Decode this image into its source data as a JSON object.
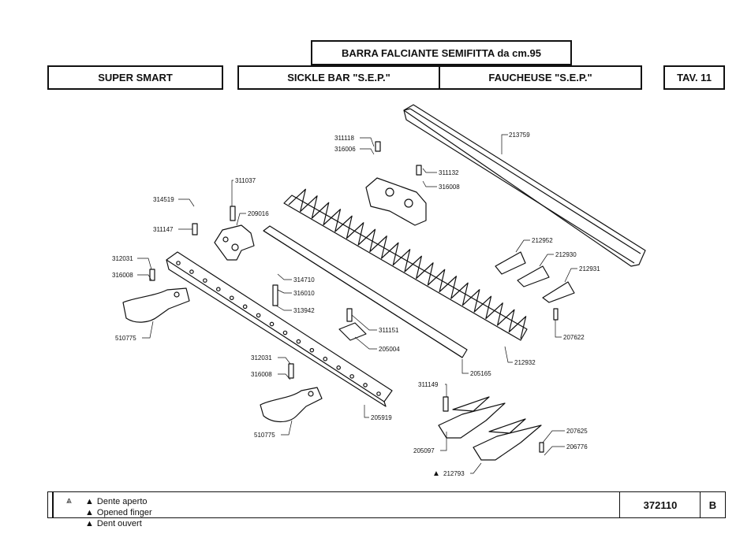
{
  "header": {
    "top_title": "BARRA FALCIANTE SEMIFITTA da cm.95",
    "model": "SUPER SMART",
    "title_en": "SICKLE BAR \"S.E.P.\"",
    "title_fr": "FAUCHEUSE \"S.E.P.\"",
    "plate": "TAV. 11"
  },
  "parts": {
    "p213759": "213759",
    "p311118": "311118",
    "p316006": "316006",
    "p311132": "311132",
    "p316008a": "316008",
    "p311037": "311037",
    "p314519": "314519",
    "p209016": "209016",
    "p311147": "311147",
    "p212952": "212952",
    "p212930": "212930",
    "p212931": "212931",
    "p312031a": "312031",
    "p316008b": "316008",
    "p314710": "314710",
    "p316010": "316010",
    "p313942": "313942",
    "p510775a": "510775",
    "p311151": "311151",
    "p205004": "205004",
    "p207622": "207622",
    "p212932": "212932",
    "p205165": "205165",
    "p312031b": "312031",
    "p316008c": "316008",
    "p311149": "311149",
    "p205919": "205919",
    "p510775b": "510775",
    "p205097": "205097",
    "p207625": "207625",
    "p206776": "206776",
    "p212793": "212793"
  },
  "footer": {
    "legend": [
      "Dente aperto",
      "Opened finger",
      "Dent ouvert"
    ],
    "doc_number": "372110",
    "revision": "B"
  }
}
